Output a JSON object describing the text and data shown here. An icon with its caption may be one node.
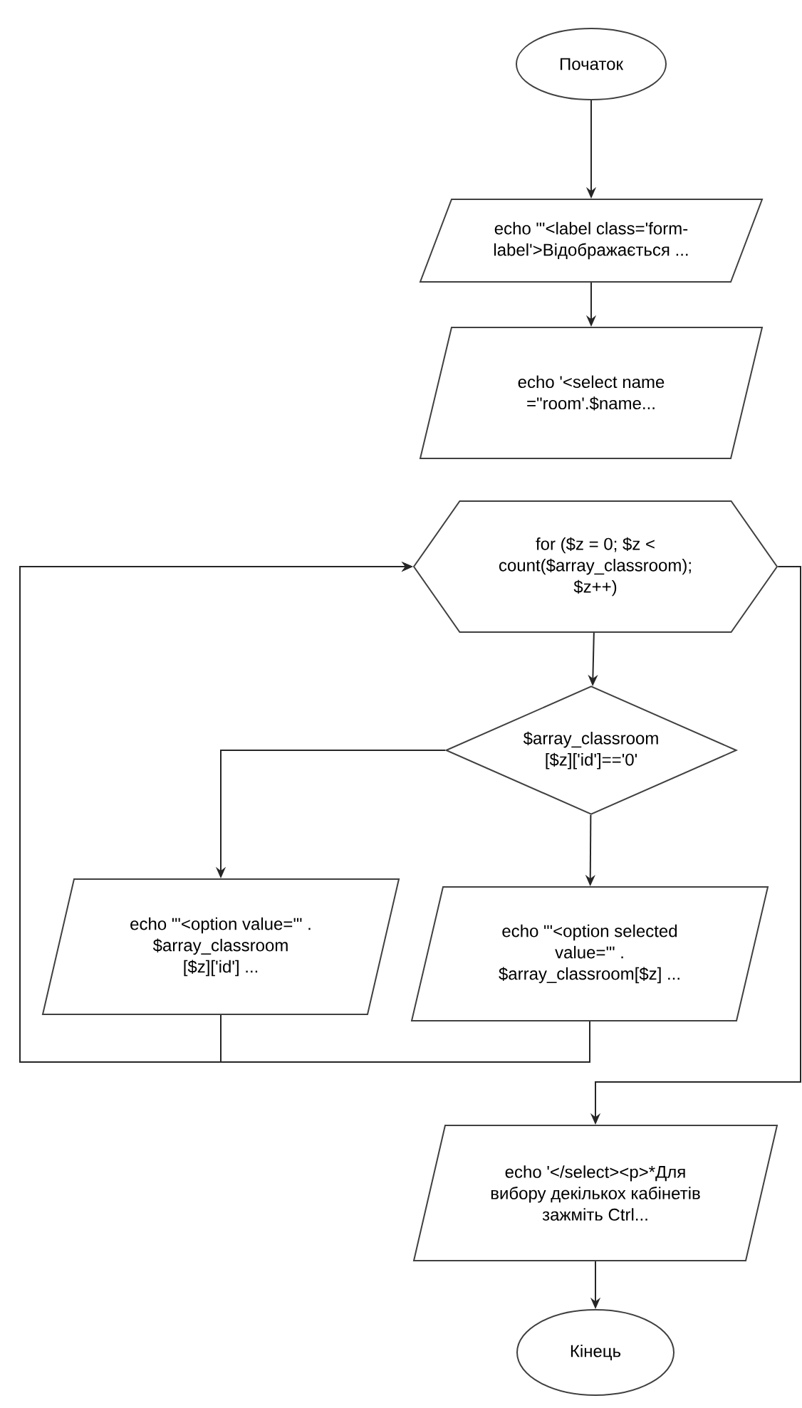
{
  "diagram": {
    "nodes": [
      {
        "text": [
          "Початок"
        ]
      },
      {
        "text": [
          "echo \"'<label class='form-label'>Відображається ..."
        ]
      },
      {
        "text": [
          "echo '<select name =\"room'.$name..."
        ]
      },
      {
        "text": [
          "for ($z = 0; $z < count($array_classroom); $z++)"
        ]
      },
      {
        "text": [
          "$array_classroom [$z]['id']=='0'"
        ]
      },
      {
        "text": [
          "echo \"'<option value='\" . $array_classroom [$z]['id'] ..."
        ]
      },
      {
        "text": [
          "echo \"'<option selected value='\" . $array_classroom[$z] ..."
        ]
      },
      {
        "text": [
          "echo '</select><p>*Для вибору декількох кабінетів зажміть Ctrl..."
        ]
      },
      {
        "text": [
          "Кінець"
        ]
      }
    ],
    "edges": [
      {
        "from": 0,
        "to": 1,
        "arrow": "to"
      },
      {
        "from": 1,
        "to": 2,
        "arrow": "to"
      },
      {
        "from": 3,
        "to": 4,
        "arrow": "to"
      },
      {
        "from": 4,
        "to": 5,
        "arrow": "to"
      },
      {
        "from": 4,
        "to": 6,
        "arrow": "to"
      },
      {
        "from": 5,
        "to": 3,
        "arrow": "to"
      },
      {
        "from": 6,
        "to": 3,
        "arrow": "to"
      },
      {
        "from": 3,
        "to": 7,
        "arrow": "to"
      },
      {
        "from": 7,
        "to": 8,
        "arrow": "to"
      }
    ]
  }
}
